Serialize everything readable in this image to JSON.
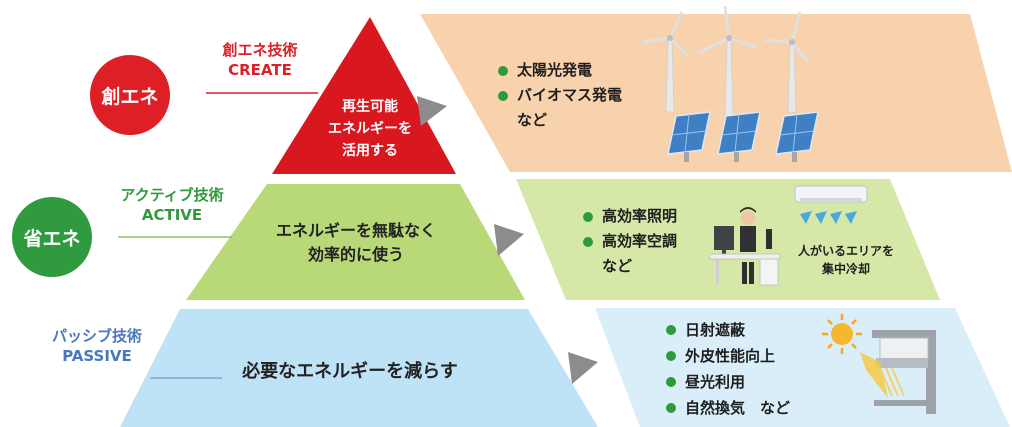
{
  "colors": {
    "create": "#df1f26",
    "active": "#2f9a3e",
    "passive": "#4a78bc",
    "pyramid_red": "#d9171e",
    "pyramid_green": "#b9d877",
    "pyramid_blue": "#bfe3f6",
    "panel_orange": "#f7d2ad",
    "panel_green": "#d6e8a8",
    "panel_blue": "#d9eef9",
    "arrow": "#8c8c8c",
    "bullet": "#2e9a3a"
  },
  "circles": {
    "create": "創エネ",
    "save": "省エネ"
  },
  "tech_labels": {
    "create": {
      "jp": "創エネ技術",
      "en": "CREATE"
    },
    "active": {
      "jp": "アクティブ技術",
      "en": "ACTIVE"
    },
    "passive": {
      "jp": "パッシブ技術",
      "en": "PASSIVE"
    }
  },
  "pyramid": {
    "top": {
      "lines": [
        "再生可能",
        "エネルギーを",
        "活用する"
      ]
    },
    "middle": {
      "lines": [
        "エネルギーを無駄なく",
        "効率的に使う"
      ]
    },
    "bottom": {
      "lines": [
        "必要なエネルギーを減らす"
      ]
    }
  },
  "panels": {
    "create": {
      "bullets": [
        "太陽光発電",
        "バイオマス発電"
      ],
      "suffix": "など",
      "icons": [
        "wind-turbine-icon",
        "solar-panel-icon"
      ]
    },
    "active": {
      "bullets": [
        "高効率照明",
        "高効率空調"
      ],
      "suffix": "など",
      "note_lines": [
        "人がいるエリアを",
        "集中冷却"
      ],
      "icons": [
        "air-conditioner-icon",
        "office-worker-icon"
      ]
    },
    "passive": {
      "bullets": [
        "日射遮蔽",
        "外皮性能向上",
        "昼光利用",
        "自然換気　など"
      ],
      "icons": [
        "sun-icon",
        "building-eave-icon"
      ]
    }
  }
}
